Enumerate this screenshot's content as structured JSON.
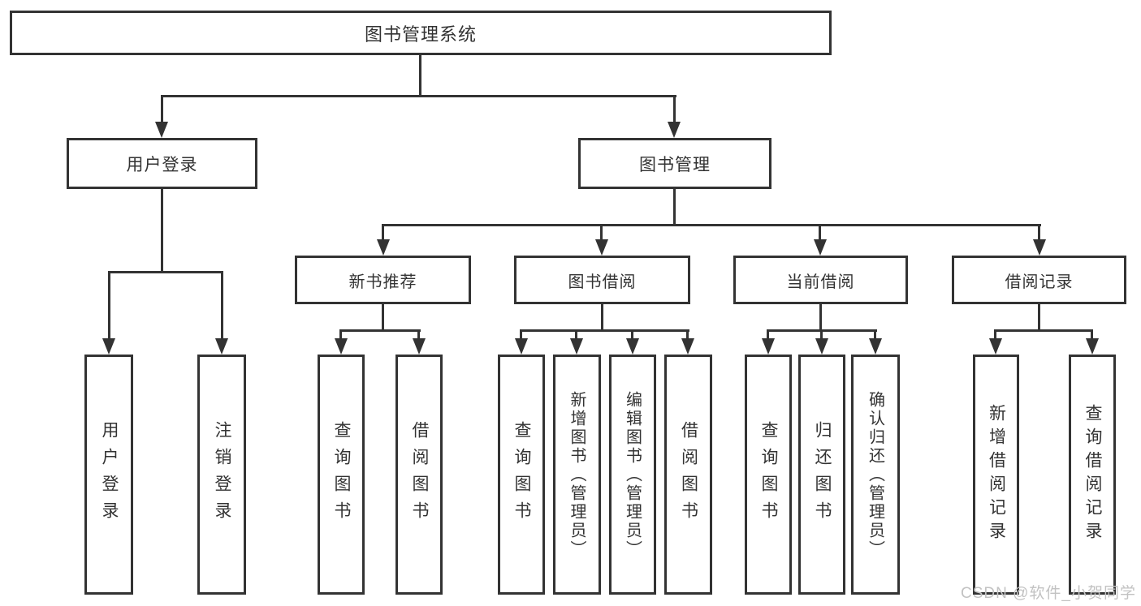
{
  "nodes": {
    "root": "图书管理系统",
    "level1": {
      "user_login": "用户登录",
      "book_mgmt": "图书管理"
    },
    "level2": {
      "new_book_rec": "新书推荐",
      "book_borrow": "图书借阅",
      "current_borrow": "当前借阅",
      "borrow_records": "借阅记录"
    },
    "leaves": [
      "用户登录",
      "注销登录",
      "查询图书",
      "借阅图书",
      "查询图书",
      "新增图书（管理员）",
      "编辑图书（管理员）",
      "借阅图书",
      "查询图书",
      "归还图书",
      "确认归还（管理员）",
      "新增借阅记录",
      "查询借阅记录"
    ]
  },
  "watermark": "CSDN @软件_小贺同学",
  "colors": {
    "line": "#333333",
    "background": "#ffffff",
    "watermark_text": "#c2c2c2"
  }
}
